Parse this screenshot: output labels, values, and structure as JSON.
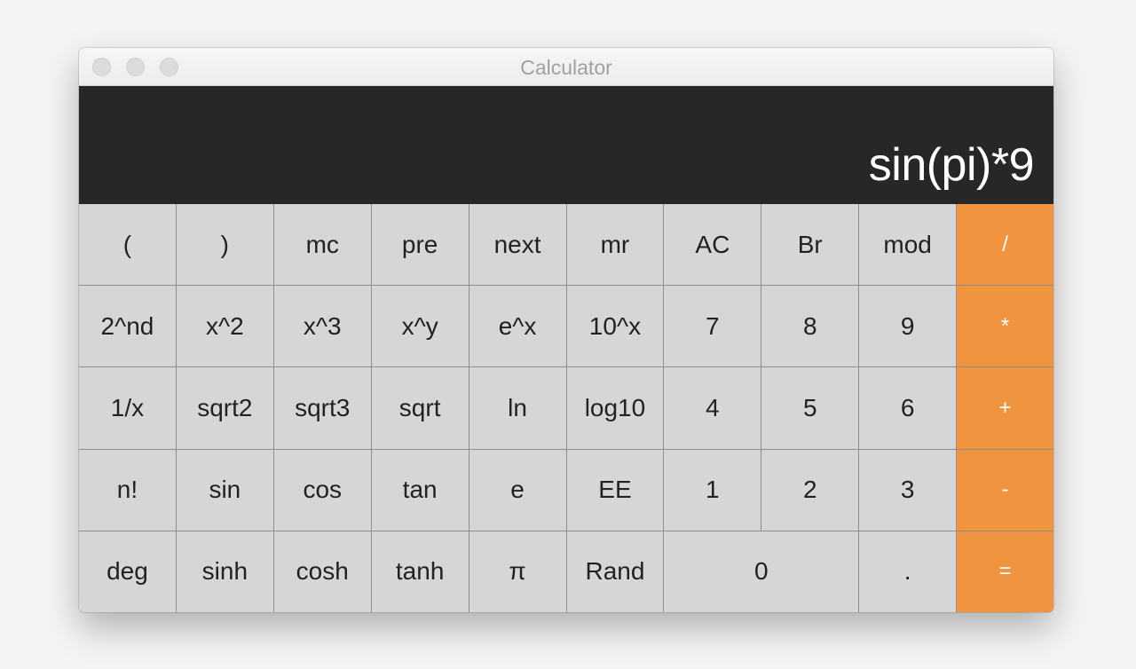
{
  "window": {
    "title": "Calculator"
  },
  "display": {
    "expression": "sin(pi)*9"
  },
  "colors": {
    "display_bg": "#272727",
    "key_bg": "#d6d6d6",
    "operator_bg": "#f09440",
    "grid_lines": "#8e8e8e"
  },
  "keys": {
    "r1": {
      "open_paren": "(",
      "close_paren": ")",
      "mc": "mc",
      "pre": "pre",
      "next": "next",
      "mr": "mr",
      "ac": "AC",
      "br": "Br",
      "mod": "mod",
      "divide": "/"
    },
    "r2": {
      "second": "2^nd",
      "x2": "x^2",
      "x3": "x^3",
      "xy": "x^y",
      "ex": "e^x",
      "tenx": "10^x",
      "n7": "7",
      "n8": "8",
      "n9": "9",
      "multiply": "*"
    },
    "r3": {
      "reciprocal": "1/x",
      "sqrt2": "sqrt2",
      "sqrt3": "sqrt3",
      "sqrt": "sqrt",
      "ln": "ln",
      "log10": "log10",
      "n4": "4",
      "n5": "5",
      "n6": "6",
      "plus": "+"
    },
    "r4": {
      "factorial": "n!",
      "sin": "sin",
      "cos": "cos",
      "tan": "tan",
      "e": "e",
      "ee": "EE",
      "n1": "1",
      "n2": "2",
      "n3": "3",
      "minus": "-"
    },
    "r5": {
      "deg": "deg",
      "sinh": "sinh",
      "cosh": "cosh",
      "tanh": "tanh",
      "pi": "π",
      "rand": "Rand",
      "n0": "0",
      "decimal": ".",
      "equals": "="
    }
  }
}
